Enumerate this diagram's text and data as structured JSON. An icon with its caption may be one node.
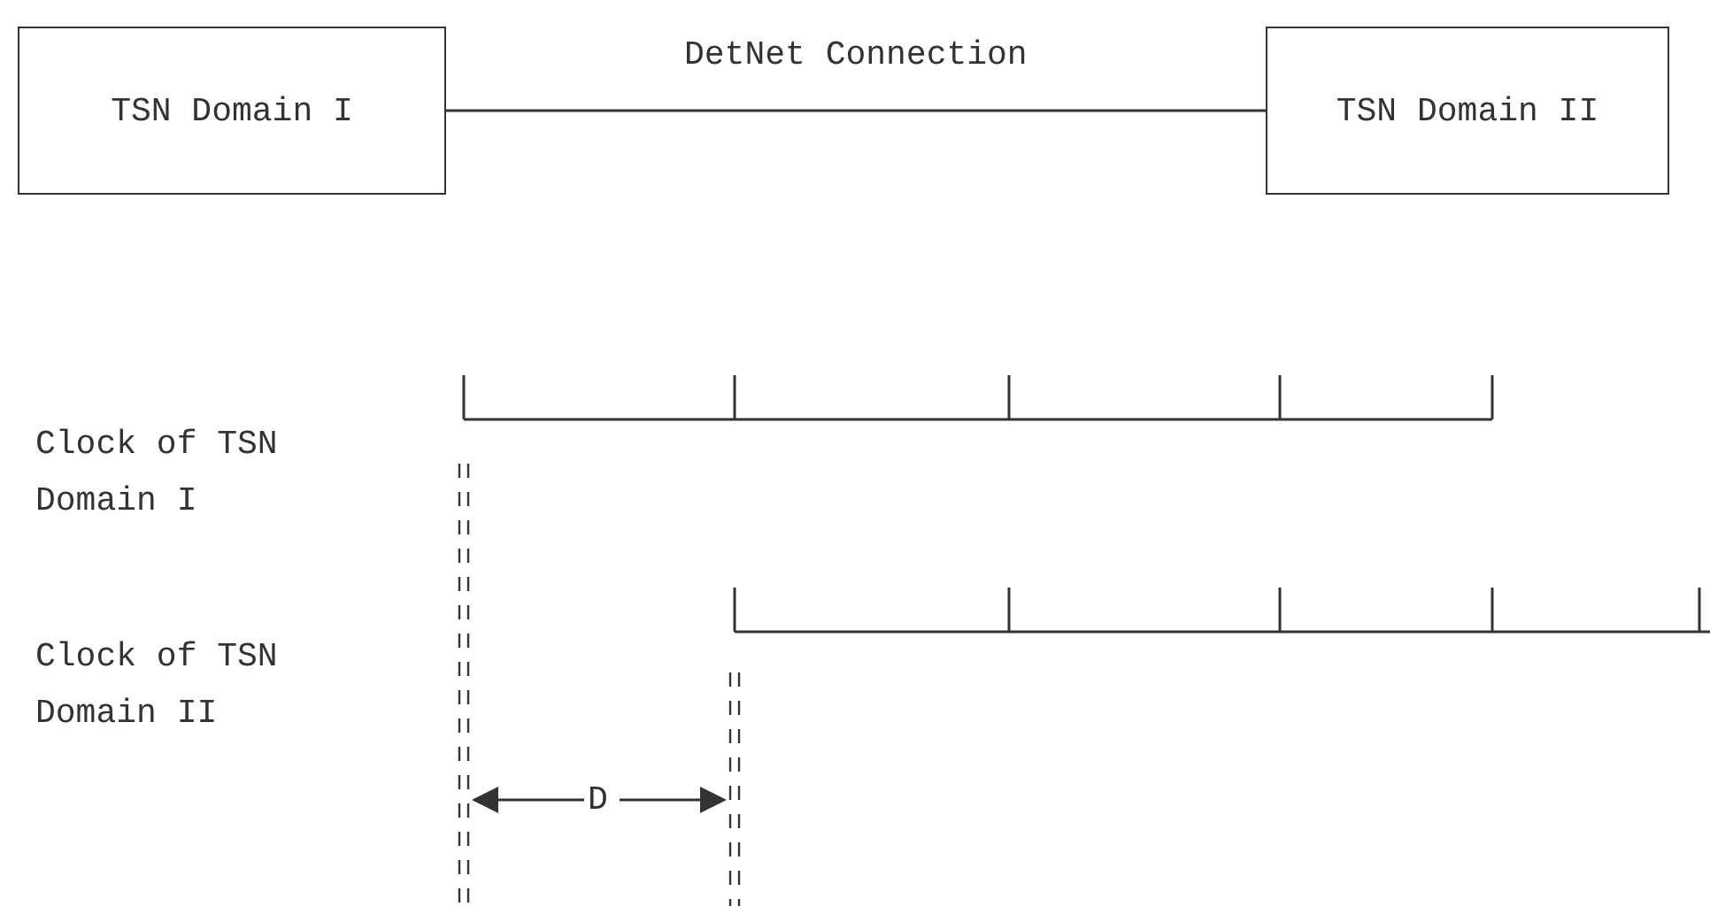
{
  "diagram": {
    "nodes": [
      {
        "text": [
          "TSN Domain I"
        ]
      },
      {
        "text": [
          "TSN Domain II"
        ]
      }
    ],
    "edges": [
      {
        "from": 0,
        "to": 1,
        "arrow": "none",
        "label": "DetNet Connection"
      }
    ],
    "labels": [
      "Clock of TSN Domain I",
      "Clock of TSN Domain II",
      "D"
    ]
  }
}
